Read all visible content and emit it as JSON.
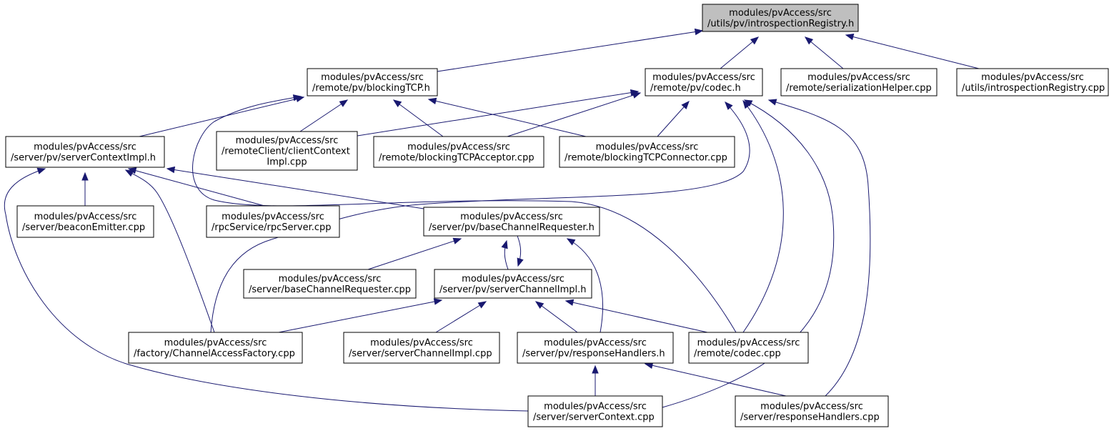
{
  "nodes": [
    {
      "id": "introspectionRegistry_h",
      "lines": [
        "modules/pvAccess/src",
        "/utils/pv/introspectionRegistry.h"
      ],
      "highlight": true
    },
    {
      "id": "blockingTCP_h",
      "lines": [
        "modules/pvAccess/src",
        "/remote/pv/blockingTCP.h"
      ]
    },
    {
      "id": "codec_h",
      "lines": [
        "modules/pvAccess/src",
        "/remote/pv/codec.h"
      ]
    },
    {
      "id": "serializationHelper_cpp",
      "lines": [
        "modules/pvAccess/src",
        "/remote/serializationHelper.cpp"
      ]
    },
    {
      "id": "introspectionRegistry_cpp",
      "lines": [
        "modules/pvAccess/src",
        "/utils/introspectionRegistry.cpp"
      ]
    },
    {
      "id": "serverContextImpl_h",
      "lines": [
        "modules/pvAccess/src",
        "/server/pv/serverContextImpl.h"
      ]
    },
    {
      "id": "clientContextImpl_cpp",
      "lines": [
        "modules/pvAccess/src",
        "/remoteClient/clientContext",
        "Impl.cpp"
      ]
    },
    {
      "id": "blockingTCPAcceptor_cpp",
      "lines": [
        "modules/pvAccess/src",
        "/remote/blockingTCPAcceptor.cpp"
      ]
    },
    {
      "id": "blockingTCPConnector_cpp",
      "lines": [
        "modules/pvAccess/src",
        "/remote/blockingTCPConnector.cpp"
      ]
    },
    {
      "id": "beaconEmitter_cpp",
      "lines": [
        "modules/pvAccess/src",
        "/server/beaconEmitter.cpp"
      ]
    },
    {
      "id": "rpcServer_cpp",
      "lines": [
        "modules/pvAccess/src",
        "/rpcService/rpcServer.cpp"
      ]
    },
    {
      "id": "baseChannelRequester_h",
      "lines": [
        "modules/pvAccess/src",
        "/server/pv/baseChannelRequester.h"
      ]
    },
    {
      "id": "baseChannelRequester_cpp",
      "lines": [
        "modules/pvAccess/src",
        "/server/baseChannelRequester.cpp"
      ]
    },
    {
      "id": "serverChannelImpl_h",
      "lines": [
        "modules/pvAccess/src",
        "/server/pv/serverChannelImpl.h"
      ]
    },
    {
      "id": "ChannelAccessFactory_cpp",
      "lines": [
        "modules/pvAccess/src",
        "/factory/ChannelAccessFactory.cpp"
      ]
    },
    {
      "id": "serverChannelImpl_cpp",
      "lines": [
        "modules/pvAccess/src",
        "/server/serverChannelImpl.cpp"
      ]
    },
    {
      "id": "responseHandlers_h",
      "lines": [
        "modules/pvAccess/src",
        "/server/pv/responseHandlers.h"
      ]
    },
    {
      "id": "codec_cpp",
      "lines": [
        "modules/pvAccess/src",
        "/remote/codec.cpp"
      ]
    },
    {
      "id": "serverContext_cpp",
      "lines": [
        "modules/pvAccess/src",
        "/server/serverContext.cpp"
      ]
    },
    {
      "id": "responseHandlers_cpp",
      "lines": [
        "modules/pvAccess/src",
        "/server/responseHandlers.cpp"
      ]
    }
  ],
  "edges": [
    {
      "from": "blockingTCP_h",
      "to": "introspectionRegistry_h"
    },
    {
      "from": "codec_h",
      "to": "introspectionRegistry_h"
    },
    {
      "from": "serializationHelper_cpp",
      "to": "introspectionRegistry_h"
    },
    {
      "from": "introspectionRegistry_cpp",
      "to": "introspectionRegistry_h"
    },
    {
      "from": "serverContextImpl_h",
      "to": "blockingTCP_h"
    },
    {
      "from": "clientContextImpl_cpp",
      "to": "blockingTCP_h"
    },
    {
      "from": "blockingTCPAcceptor_cpp",
      "to": "blockingTCP_h"
    },
    {
      "from": "blockingTCPConnector_cpp",
      "to": "blockingTCP_h"
    },
    {
      "from": "codec_cpp",
      "to": "blockingTCP_h"
    },
    {
      "from": "clientContextImpl_cpp",
      "to": "codec_h"
    },
    {
      "from": "blockingTCPAcceptor_cpp",
      "to": "codec_h"
    },
    {
      "from": "blockingTCPConnector_cpp",
      "to": "codec_h"
    },
    {
      "from": "ChannelAccessFactory_cpp",
      "to": "codec_h"
    },
    {
      "from": "codec_cpp",
      "to": "codec_h"
    },
    {
      "from": "serverContext_cpp",
      "to": "codec_h"
    },
    {
      "from": "responseHandlers_cpp",
      "to": "codec_h"
    },
    {
      "from": "beaconEmitter_cpp",
      "to": "serverContextImpl_h"
    },
    {
      "from": "rpcServer_cpp",
      "to": "serverContextImpl_h"
    },
    {
      "from": "baseChannelRequester_h",
      "to": "serverContextImpl_h"
    },
    {
      "from": "ChannelAccessFactory_cpp",
      "to": "serverContextImpl_h"
    },
    {
      "from": "serverContext_cpp",
      "to": "serverContextImpl_h"
    },
    {
      "from": "baseChannelRequester_cpp",
      "to": "baseChannelRequester_h"
    },
    {
      "from": "serverChannelImpl_h",
      "to": "baseChannelRequester_h"
    },
    {
      "from": "baseChannelRequester_h",
      "to": "serverChannelImpl_h"
    },
    {
      "from": "responseHandlers_h",
      "to": "baseChannelRequester_h"
    },
    {
      "from": "ChannelAccessFactory_cpp",
      "to": "serverChannelImpl_h"
    },
    {
      "from": "serverChannelImpl_cpp",
      "to": "serverChannelImpl_h"
    },
    {
      "from": "responseHandlers_h",
      "to": "serverChannelImpl_h"
    },
    {
      "from": "codec_cpp",
      "to": "serverChannelImpl_h"
    },
    {
      "from": "serverContext_cpp",
      "to": "responseHandlers_h"
    },
    {
      "from": "responseHandlers_cpp",
      "to": "responseHandlers_h"
    }
  ]
}
